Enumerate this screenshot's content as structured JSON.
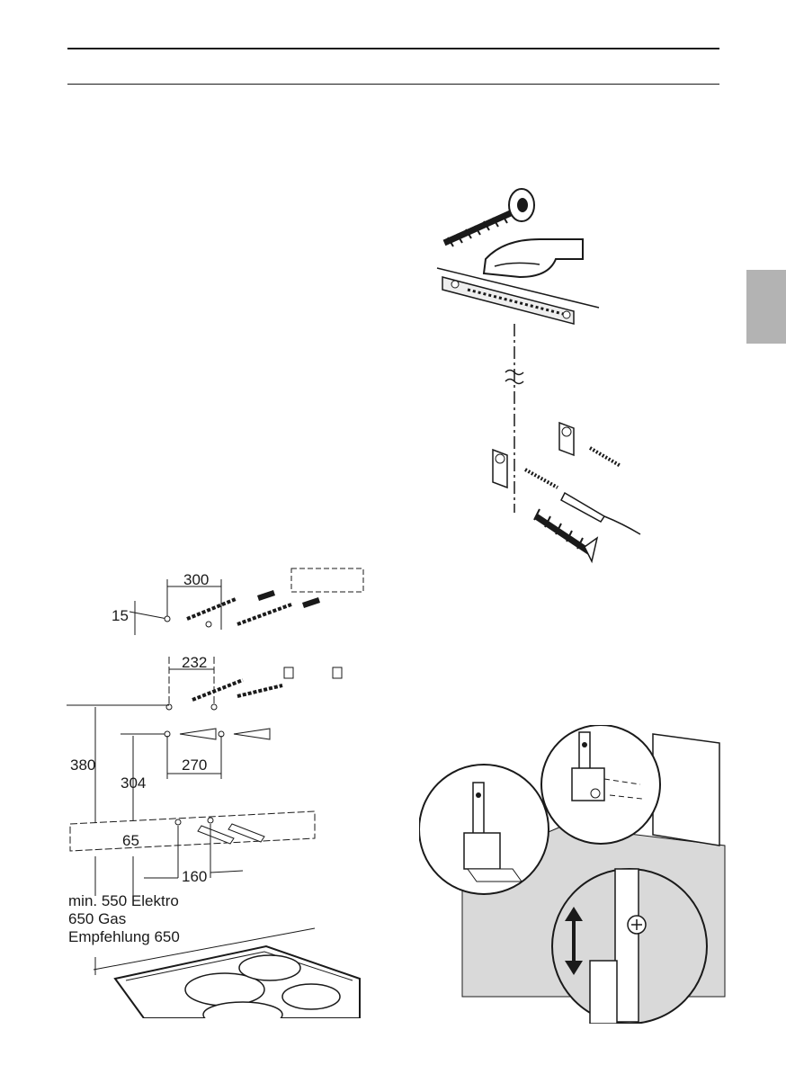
{
  "colors": {
    "ink": "#1a1a1a",
    "tab": "#b3b3b3",
    "panel": "#d9d9d9",
    "paper": "#ffffff"
  },
  "dimensions": {
    "d300": "300",
    "d15": "15",
    "d232": "232",
    "d380": "380",
    "d304": "304",
    "d270": "270",
    "d65": "65",
    "d160": "160"
  },
  "notes": {
    "line1": "min. 550 Elektro",
    "line2": "650 Gas",
    "line3": "Empfehlung 650"
  },
  "icons": [
    "screw-icon",
    "hand-icon",
    "drill-icon",
    "wall-plug-icon",
    "bracket-icon",
    "up-down-arrow-icon",
    "hob-icon"
  ]
}
